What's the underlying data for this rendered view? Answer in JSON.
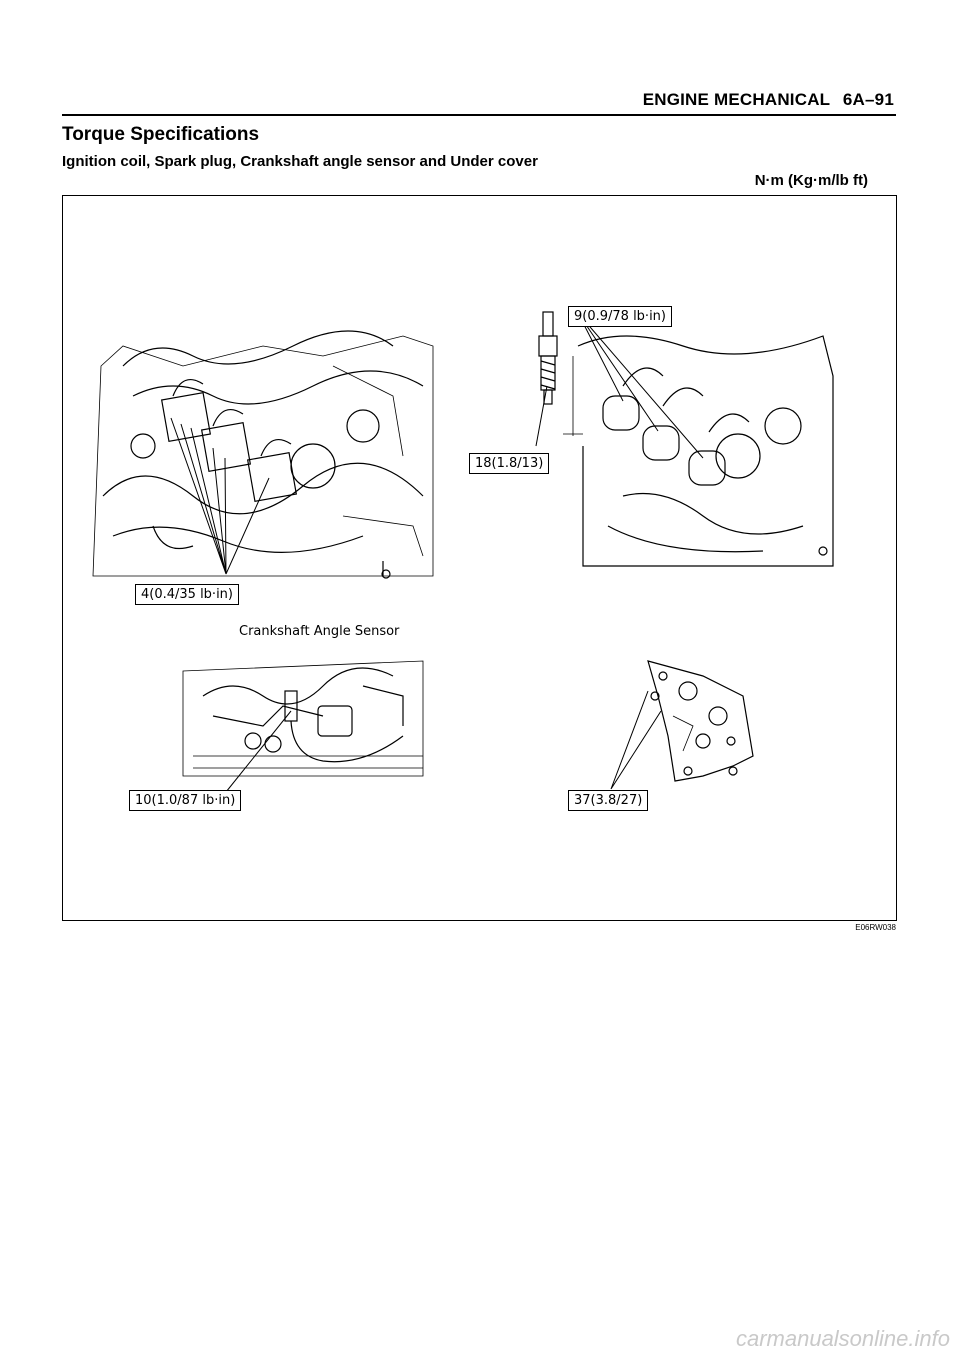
{
  "header": {
    "section": "ENGINE MECHANICAL",
    "page": "6A–91"
  },
  "title": "Torque Specifications",
  "subtitle": "Ignition coil, Spark plug, Crankshaft angle sensor and Under cover",
  "units": "N·m (Kg·m/lb ft)",
  "figure": {
    "callouts": {
      "ignition_coil": "4(0.4/35 lb·in)",
      "spark_plug_tube": "9(0.9/78 lb·in)",
      "spark_plug": "18(1.8/13)",
      "crank_sensor": "10(1.0/87 lb·in)",
      "under_cover": "37(3.8/27)"
    },
    "crank_caption": "Crankshaft Angle Sensor",
    "code": "E06RW038"
  },
  "watermark": "carmanualsonline.info"
}
